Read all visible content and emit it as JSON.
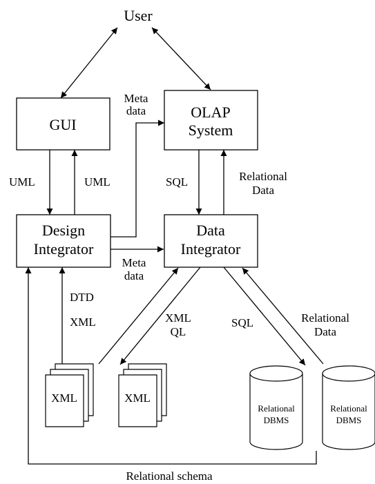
{
  "nodes": {
    "user": "User",
    "gui": "GUI",
    "olap": [
      "OLAP",
      "System"
    ],
    "design_integrator": [
      "Design",
      "Integrator"
    ],
    "data_integrator": [
      "Data",
      "Integrator"
    ],
    "xml_doc_1": "XML",
    "xml_doc_2": "XML",
    "dbms_1": [
      "Relational",
      "DBMS"
    ],
    "dbms_2": [
      "Relational",
      "DBMS"
    ]
  },
  "edge_labels": {
    "meta_data_top": [
      "Meta",
      "data"
    ],
    "uml_down": "UML",
    "uml_up": "UML",
    "sql_olap": "SQL",
    "relational_data_olap": [
      "Relational",
      "Data"
    ],
    "meta_data_bottom": [
      "Meta",
      "data"
    ],
    "dtd": "DTD",
    "xml": "XML",
    "xml_ql": [
      "XML",
      "QL"
    ],
    "sql_dbms": "SQL",
    "relational_data_dbms": [
      "Relational",
      "Data"
    ],
    "relational_schema": "Relational schema"
  }
}
